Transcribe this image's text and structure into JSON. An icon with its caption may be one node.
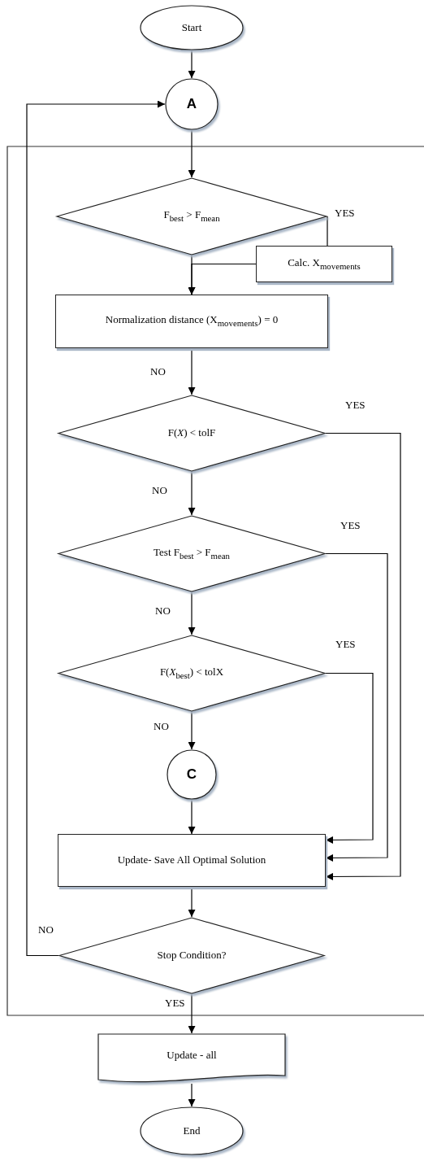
{
  "diagram": {
    "nodes": [
      {
        "text": [
          "Start"
        ]
      },
      {
        "text": [
          "A"
        ]
      },
      {
        "text": [
          "F$_{best}$ > F$_{mean}$"
        ]
      },
      {
        "text": [
          "Calc. X$_{movements}$"
        ]
      },
      {
        "text": [
          "Normalization distance (X$_{movements}$) = 0"
        ]
      },
      {
        "text": [
          "F(*X*) < tolF"
        ]
      },
      {
        "text": [
          "Test F$_{best}$ > F$_{mean}$"
        ]
      },
      {
        "text": [
          "F(*X*$_{best}$) < tolX"
        ]
      },
      {
        "text": [
          "C"
        ]
      },
      {
        "text": [
          "Update- Save All Optimal Solution"
        ]
      },
      {
        "text": [
          "Stop Condition?"
        ]
      },
      {
        "text": [
          "Update - all"
        ]
      },
      {
        "text": [
          "End"
        ]
      }
    ],
    "edges": [
      {
        "from": 0,
        "to": 1,
        "arrow": "to"
      },
      {
        "from": 1,
        "to": 2,
        "arrow": "to"
      },
      {
        "from": 2,
        "to": 3,
        "arrow": "none",
        "label": "YES"
      },
      {
        "from": 2,
        "to": 4,
        "arrow": "to"
      },
      {
        "from": 3,
        "to": 4,
        "arrow": "to"
      },
      {
        "from": 4,
        "to": 5,
        "arrow": "to",
        "label": "NO"
      },
      {
        "from": 5,
        "to": 9,
        "arrow": "to",
        "label": "YES"
      },
      {
        "from": 5,
        "to": 6,
        "arrow": "to",
        "label": "NO"
      },
      {
        "from": 6,
        "to": 9,
        "arrow": "to",
        "label": "YES"
      },
      {
        "from": 6,
        "to": 7,
        "arrow": "to",
        "label": "NO"
      },
      {
        "from": 7,
        "to": 9,
        "arrow": "to",
        "label": "YES"
      },
      {
        "from": 7,
        "to": 8,
        "arrow": "to",
        "label": "NO"
      },
      {
        "from": 8,
        "to": 9,
        "arrow": "to"
      },
      {
        "from": 9,
        "to": 10,
        "arrow": "to"
      },
      {
        "from": 10,
        "to": 1,
        "arrow": "to",
        "label": "NO"
      },
      {
        "from": 10,
        "to": 11,
        "arrow": "to",
        "label": "YES"
      },
      {
        "from": 11,
        "to": 12,
        "arrow": "to"
      }
    ]
  }
}
